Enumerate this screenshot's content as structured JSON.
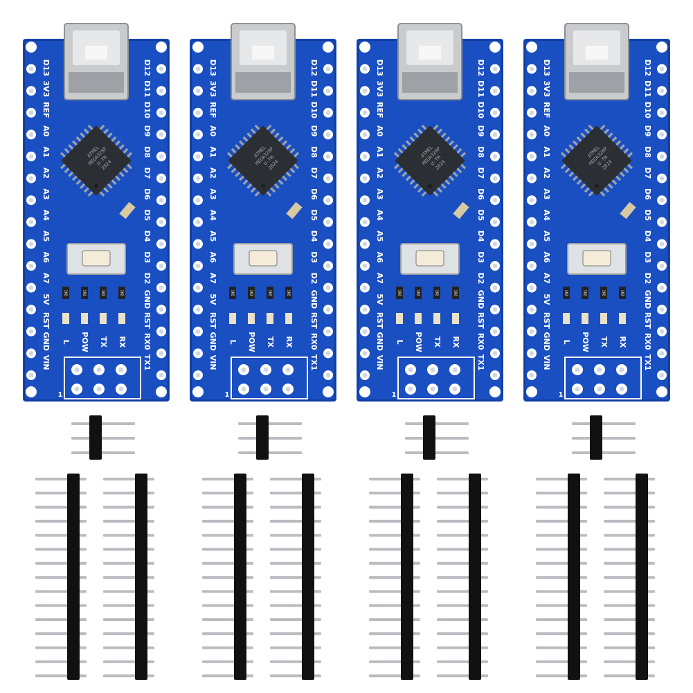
{
  "boards": [
    {
      "id": 1
    },
    {
      "id": 2
    },
    {
      "id": 3
    },
    {
      "id": 4
    }
  ],
  "board_text": {
    "left_pins": [
      "D13",
      "3V3",
      "REF",
      "A0",
      "A1",
      "A2",
      "A3",
      "A4",
      "A5",
      "A6",
      "A7",
      "5V",
      "RST",
      "GND",
      "VIN"
    ],
    "right_pins": [
      "D12",
      "D11",
      "D10",
      "D9",
      "D8",
      "D7",
      "D6",
      "D5",
      "D4",
      "D3",
      "D2",
      "GND",
      "RST",
      "RX0",
      "TX1"
    ],
    "led_labels": [
      "L",
      "POW",
      "TX",
      "RX"
    ],
    "resistor_code": "102",
    "header_pin1": "1",
    "chip_lines": [
      "ATMEL",
      "MEGA328P",
      "U-TH",
      "2024"
    ]
  },
  "headers": {
    "small_pin_count": 3,
    "long_pin_count": 15
  },
  "colors": {
    "pcb": "#1a4fc2",
    "pcb_dark": "#123c9b",
    "silk": "#ffffff",
    "chip": "#2b2f33",
    "usb": "#c9cbcd",
    "header_body": "#111111",
    "header_pin": "#b9bcc0"
  }
}
